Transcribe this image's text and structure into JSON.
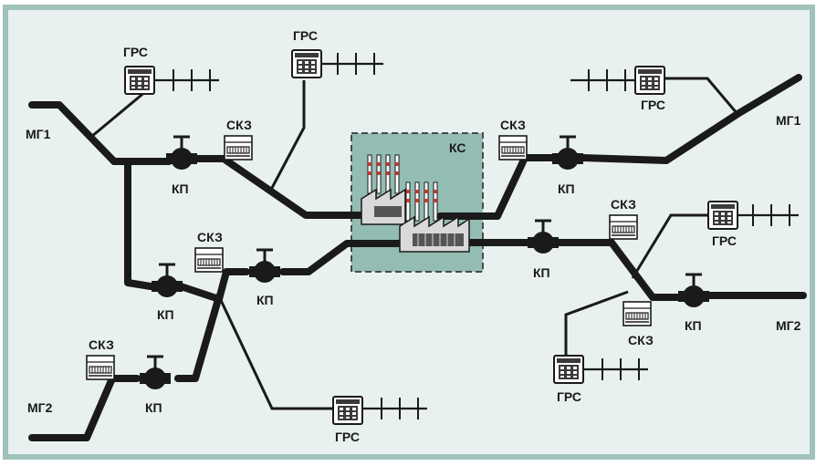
{
  "colors": {
    "background": "#e8f1ef",
    "border": "#9fc2bb",
    "pipe": "#1a1a1a",
    "compressor_zone": "#93bcb3",
    "compressor_zone_border": "#4a4a4a",
    "building": "#3a3a3a",
    "chimney_stripe": "#c0392b"
  },
  "labels": {
    "grs_1": "ГРС",
    "grs_2": "ГРС",
    "grs_3": "ГРС",
    "grs_4": "ГРС",
    "grs_5": "ГРС",
    "grs_6": "ГРС",
    "skz_1": "СКЗ",
    "skz_2": "СКЗ",
    "skz_3": "СКЗ",
    "skz_4": "СКЗ",
    "skz_5": "СКЗ",
    "skz_6": "СКЗ",
    "kp_1": "КП",
    "kp_2": "КП",
    "kp_3": "КП",
    "kp_4": "КП",
    "kp_5": "КП",
    "kp_6": "КП",
    "kp_7": "КП",
    "mg1_left": "МГ1",
    "mg1_right": "МГ1",
    "mg2_left": "МГ2",
    "mg2_right": "МГ2",
    "ks": "КС"
  },
  "icons": {
    "valve": "valve-icon",
    "station": "gas-distribution-station-icon",
    "protection": "cathodic-protection-icon",
    "compressor": "compressor-station-icon"
  }
}
